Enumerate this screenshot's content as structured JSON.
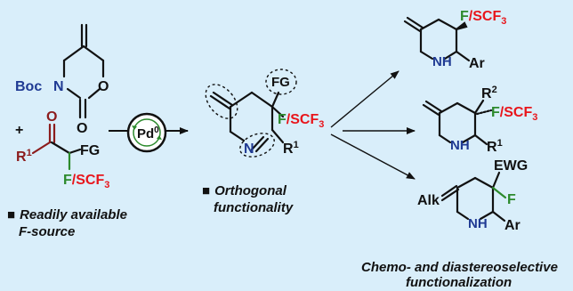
{
  "colors": {
    "background": "#d9eefa",
    "nitrogen": "#1f3a93",
    "sulfur_group": "#e8151b",
    "fluorine": "#2c8a2c",
    "ketone": "#8c1c1c",
    "bond": "#111111"
  },
  "reactant_1": {
    "boc": "Boc",
    "n": "N",
    "o_ring": "O",
    "o_carbonyl": "O"
  },
  "plus_sign": "+",
  "reactant_2": {
    "r": "R",
    "r_sup": "1",
    "o": "O",
    "fg": "FG",
    "f": "F",
    "scf3": "/SCF",
    "sub3": "3"
  },
  "caption_left": {
    "bullet": "■",
    "line1": "Readily available",
    "line2": "F-source"
  },
  "catalyst": {
    "pd": "Pd",
    "sup": "0"
  },
  "intermediate": {
    "fg": "FG",
    "f": "F",
    "scf3": "/SCF",
    "sub3": "3",
    "n": "N",
    "r": "R",
    "r_sup": "1"
  },
  "caption_mid": {
    "bullet": "■",
    "line1": "Orthogonal",
    "line2": "functionality"
  },
  "product_1": {
    "f": "F",
    "scf3": "/SCF",
    "sub3": "3",
    "nh_n": "N",
    "nh_h": "H",
    "ar": "Ar"
  },
  "product_2": {
    "r2": "R",
    "r2_sup": "2",
    "f": "F",
    "scf3": "/SCF",
    "sub3": "3",
    "nh_n": "N",
    "nh_h": "H",
    "r1": "R",
    "r1_sup": "1"
  },
  "product_3": {
    "alk": "Alk",
    "ewg": "EWG",
    "f": "F",
    "nh_n": "N",
    "nh_h": "H",
    "ar": "Ar"
  },
  "caption_right": {
    "line1": "Chemo- and diastereoselective",
    "line2": "functionalization"
  }
}
